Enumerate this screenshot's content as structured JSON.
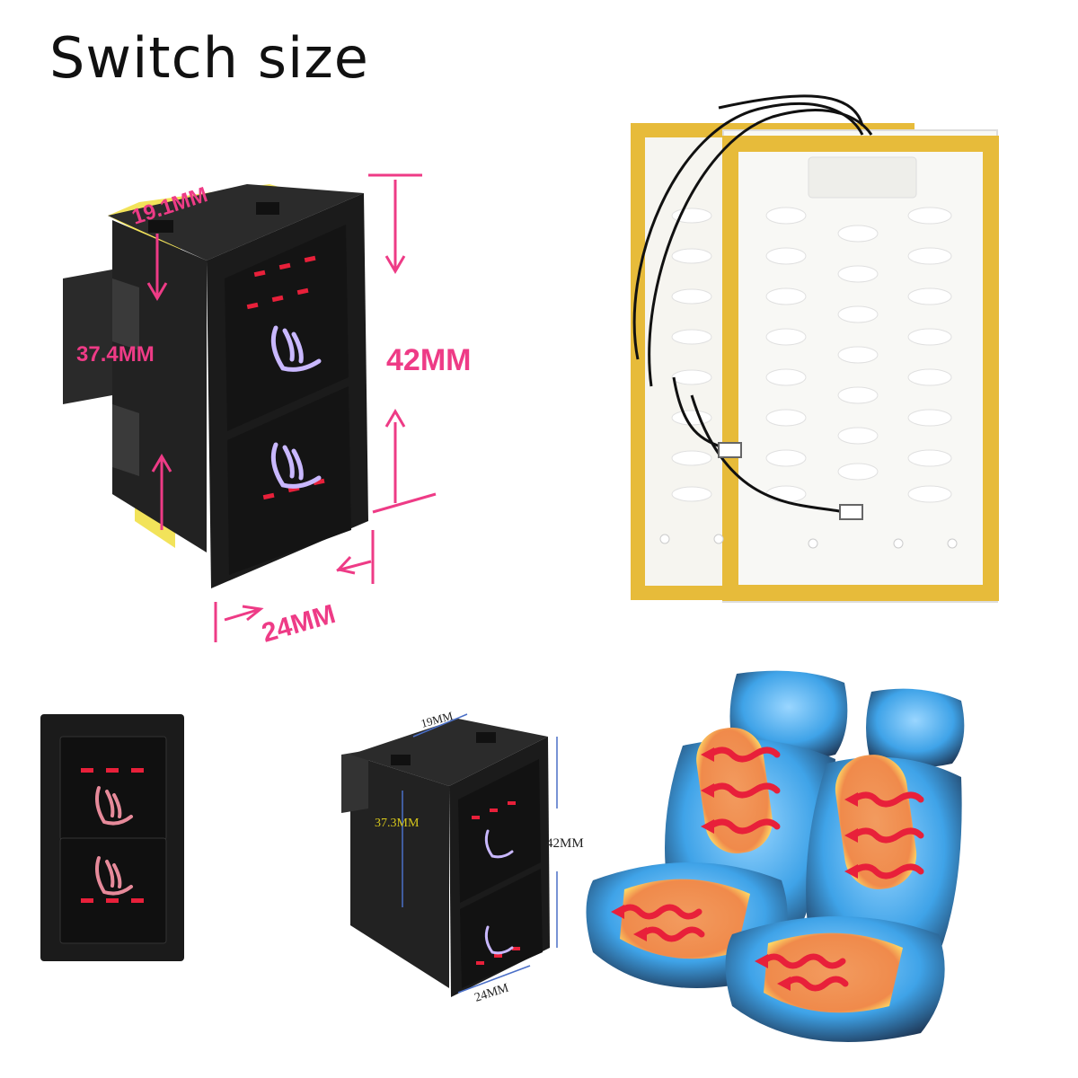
{
  "title": "Switch size",
  "switch_large": {
    "dim_depth": "19.1MM",
    "dim_inner_height": "37.4MM",
    "dim_height": "42MM",
    "dim_width": "24MM"
  },
  "switch_small": {
    "dim_depth": "19MM",
    "dim_inner_height": "37.3MM",
    "dim_height": "42MM",
    "dim_width": "24MM"
  },
  "colors": {
    "dimension_pink": "#ee3b86",
    "switch_black": "#1a1a1a",
    "led_red": "#e8203a",
    "seat_icon": "#c9b8ff",
    "pad_yellow": "#e7bb3a",
    "seat_blue": "#3fa3e8",
    "heat_orange": "#f08a4b"
  },
  "icons": [
    "seat-heat-icon",
    "heating-pad",
    "seat-illustration"
  ]
}
